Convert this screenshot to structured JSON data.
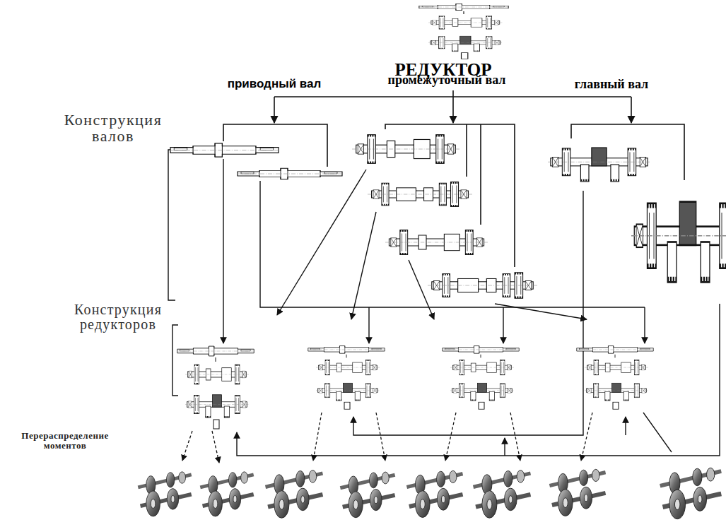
{
  "diagram": {
    "labels": [
      "РЕДУКТОР",
      "приводный вал",
      "промежуточный вал",
      "главный вал",
      "Конструкция валов",
      "Конструкция редукторов",
      "Перераспределение моментов"
    ]
  }
}
